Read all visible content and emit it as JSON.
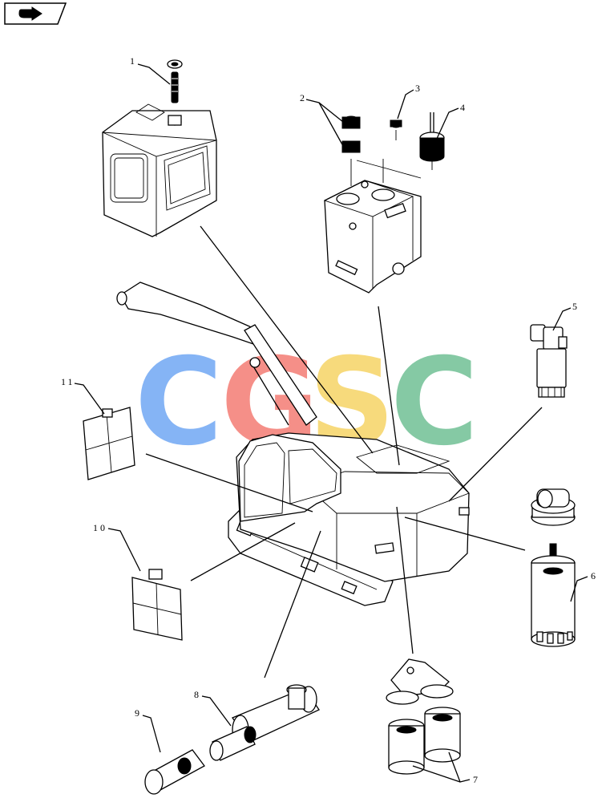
{
  "watermark": {
    "letters": [
      "C",
      "G",
      "S",
      "C"
    ],
    "colors": [
      "#7fb0f5",
      "#f58a82",
      "#f7d976",
      "#7fc7a0"
    ]
  },
  "nav_icon": "hand-pointing-arrow-icon",
  "callouts": [
    "1",
    "2",
    "3",
    "4",
    "5",
    "6",
    "7",
    "8",
    "9",
    "10",
    "11"
  ]
}
